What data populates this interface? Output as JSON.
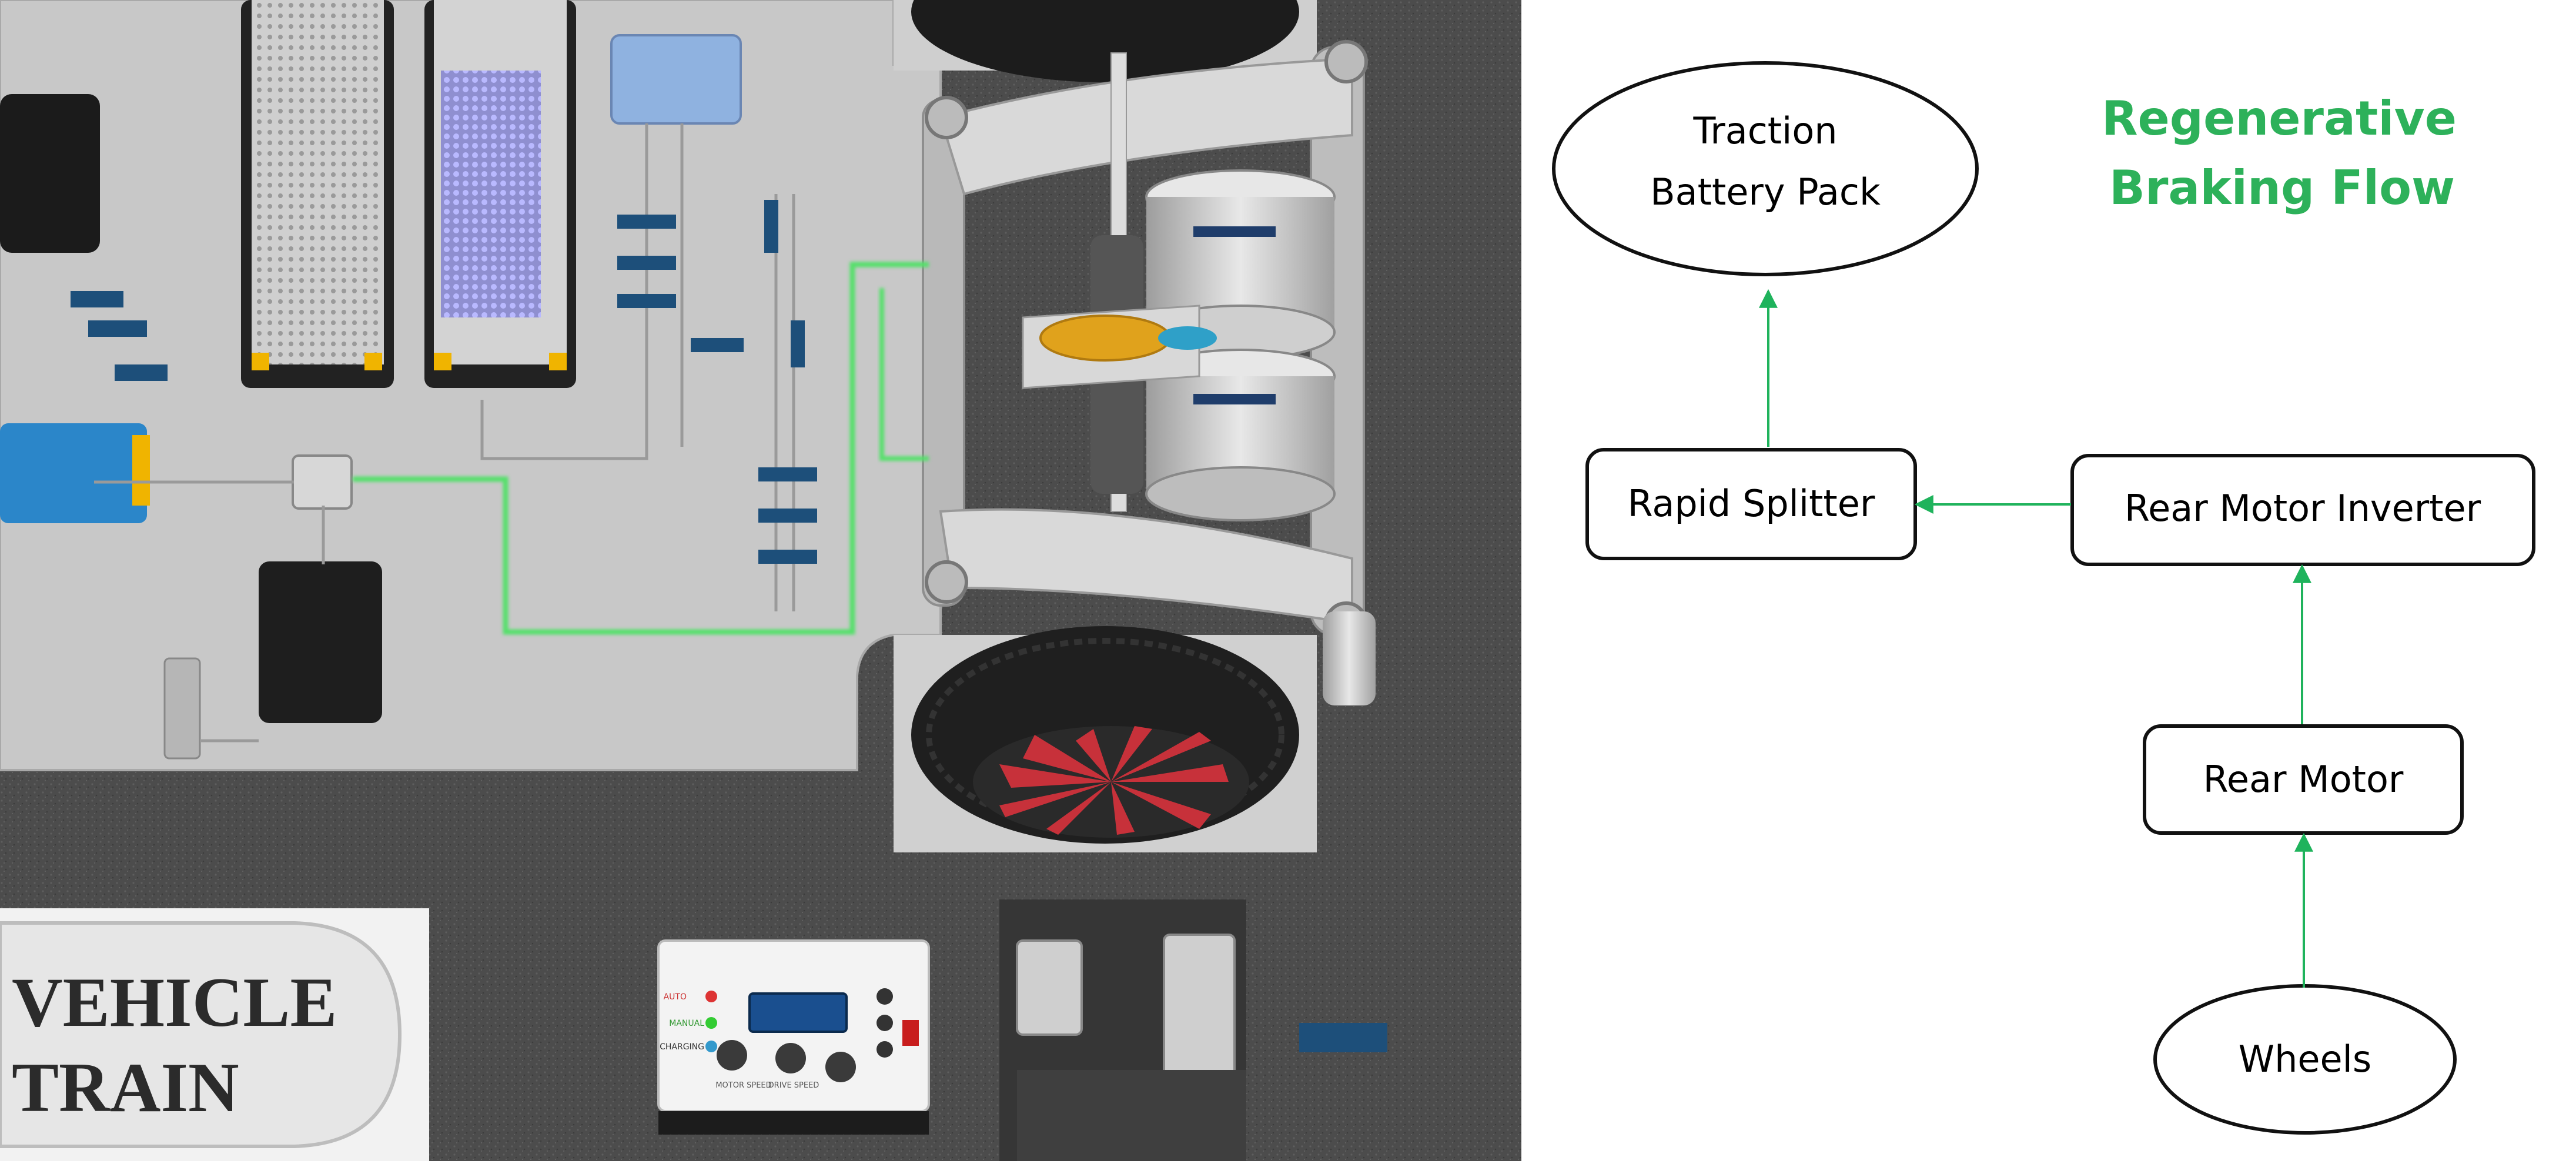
{
  "diagram": {
    "title_lines": [
      "Regenerative",
      "Braking Flow"
    ],
    "nodes": {
      "battery": [
        "Traction",
        "Battery Pack"
      ],
      "splitter": "Rapid Splitter",
      "inverter": "Rear Motor Inverter",
      "motor": "Rear Motor",
      "wheels": "Wheels"
    },
    "edges": [
      {
        "from": "wheels",
        "to": "motor"
      },
      {
        "from": "motor",
        "to": "inverter"
      },
      {
        "from": "inverter",
        "to": "splitter"
      },
      {
        "from": "splitter",
        "to": "battery"
      }
    ]
  },
  "panel": {
    "sign_lines": [
      "VEHICLE",
      "TRAIN"
    ],
    "control_labels": [
      "AUTO",
      "MANUAL",
      "CHARGING",
      "MOTOR SPEED",
      "DRIVE SPEED"
    ]
  },
  "colors": {
    "flow_green": "#1fb35c",
    "title_green": "#2db15a",
    "panel_gray": "#c7c7c7",
    "floor": "#4a4a4a",
    "led_green": "#55e06a"
  }
}
